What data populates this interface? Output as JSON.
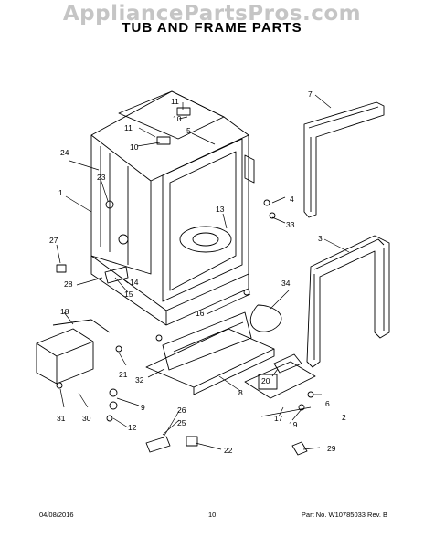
{
  "watermark": "AppliancePartsPros.com",
  "title": "TUB AND FRAME PARTS",
  "footer": {
    "date": "04/08/2016",
    "page": "10",
    "part_number": "Part No. W10785033  Rev. B"
  },
  "callouts": [
    "1",
    "2",
    "3",
    "4",
    "5",
    "6",
    "7",
    "8",
    "9",
    "10",
    "10",
    "11",
    "11",
    "12",
    "13",
    "14",
    "15",
    "16",
    "17",
    "18",
    "19",
    "20",
    "21",
    "22",
    "23",
    "24",
    "25",
    "26",
    "27",
    "28",
    "29",
    "30",
    "31",
    "32",
    "33",
    "34"
  ],
  "colors": {
    "line": "#000000",
    "watermark": "#969696"
  }
}
